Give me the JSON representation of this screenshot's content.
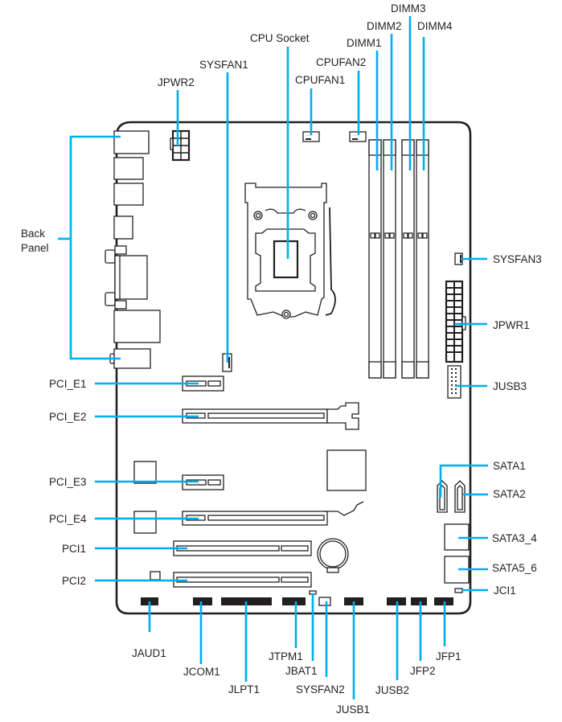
{
  "title": "Motherboard Layout",
  "colors": {
    "leader_line": "#00aeef",
    "outline": "#231f20",
    "background": "#ffffff"
  },
  "labels": {
    "dimm3": "DIMM3",
    "dimm2": "DIMM2",
    "dimm4": "DIMM4",
    "cpu_socket": "CPU Socket",
    "dimm1": "DIMM1",
    "sysfan1": "SYSFAN1",
    "cpufan2": "CPUFAN2",
    "jpwr2": "JPWR2",
    "cpufan1": "CPUFAN1",
    "back_panel_line1": "Back",
    "back_panel_line2": "Panel",
    "sysfan3": "SYSFAN3",
    "jpwr1": "JPWR1",
    "pci_e1": "PCI_E1",
    "jusb3": "JUSB3",
    "pci_e2": "PCI_E2",
    "sata1": "SATA1",
    "pci_e3": "PCI_E3",
    "sata2": "SATA2",
    "pci_e4": "PCI_E4",
    "sata3_4": "SATA3_4",
    "pci1": "PCI1",
    "sata5_6": "SATA5_6",
    "pci2": "PCI2",
    "jci1": "JCI1",
    "jaud1": "JAUD1",
    "jtpm1": "JTPM1",
    "jfp1": "JFP1",
    "jcom1": "JCOM1",
    "jbat1": "JBAT1",
    "jfp2": "JFP2",
    "jlpt1": "JLPT1",
    "sysfan2": "SYSFAN2",
    "jusb2": "JUSB2",
    "jusb1": "JUSB1"
  }
}
